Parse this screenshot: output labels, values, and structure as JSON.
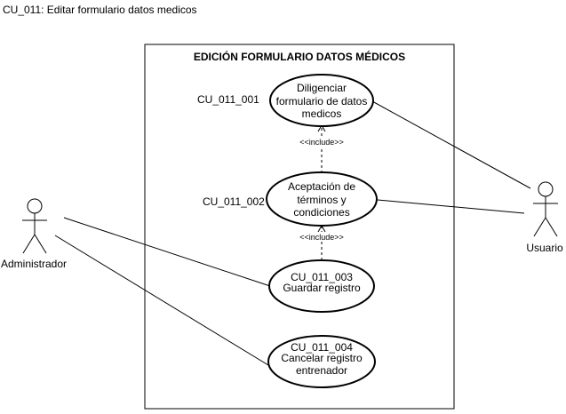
{
  "diagram_title": "CU_011: Editar formulario datos medicos",
  "system_boundary": {
    "title": "EDICIÓN FORMULARIO DATOS MÉDICOS"
  },
  "actors": {
    "administrador": {
      "name": "Administrador"
    },
    "usuario": {
      "name": "Usuario"
    }
  },
  "use_cases": {
    "uc1": {
      "id": "CU_011_001",
      "lines": [
        "Diligenciar",
        "formulario de datos",
        "medicos"
      ]
    },
    "uc2": {
      "id": "CU_011_002",
      "lines": [
        "Aceptación de",
        "términos y",
        "condiciones"
      ]
    },
    "uc3": {
      "id": "CU_011_003",
      "lines": [
        "Guardar registro"
      ]
    },
    "uc4": {
      "id": "CU_011_004",
      "lines": [
        "Cancelar registro",
        "entrenador"
      ]
    }
  },
  "relations": {
    "include_1": {
      "label": "<<include>>"
    },
    "include_2": {
      "label": "<<include>>"
    }
  }
}
